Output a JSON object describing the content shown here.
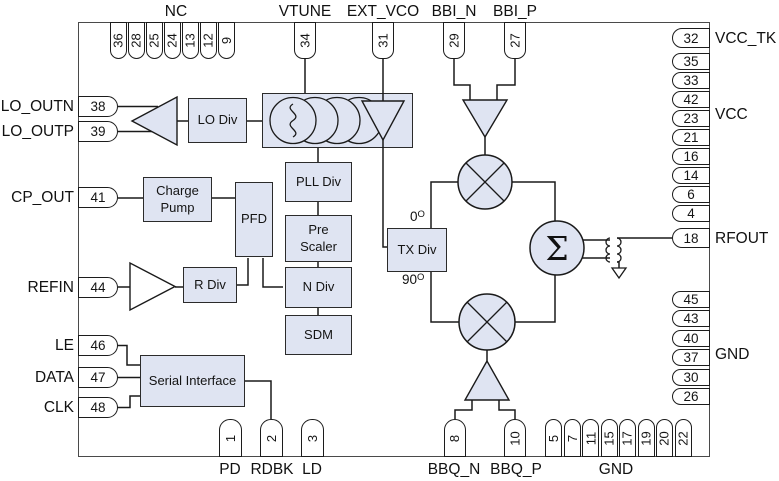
{
  "labels": {
    "nc": "NC",
    "vtune": "VTUNE",
    "ext_vco": "EXT_VCO",
    "bbi_n": "BBI_N",
    "bbi_p": "BBI_P",
    "vcc_tk": "VCC_TK",
    "vcc": "VCC",
    "rfout": "RFOUT",
    "gnd_right": "GND",
    "lo_outn": "LO_OUTN",
    "lo_outp": "LO_OUTP",
    "cp_out": "CP_OUT",
    "refin": "REFIN",
    "le": "LE",
    "data": "DATA",
    "clk": "CLK",
    "pd": "PD",
    "rdbk": "RDBK",
    "ld": "LD",
    "bbq_n": "BBQ_N",
    "bbq_p": "BBQ_P",
    "gnd_bottom": "GND"
  },
  "pins": {
    "nc": [
      "36",
      "28",
      "25",
      "24",
      "13",
      "12",
      "9"
    ],
    "vtune": "34",
    "ext_vco": "31",
    "bbi_n": "29",
    "bbi_p": "27",
    "vcc_tk": "32",
    "vcc": [
      "35",
      "33",
      "42",
      "23",
      "21",
      "16",
      "14",
      "6",
      "4"
    ],
    "rfout": "18",
    "gnd_right": [
      "45",
      "43",
      "40",
      "37",
      "30",
      "26"
    ],
    "gnd_bottom": [
      "5",
      "7",
      "11",
      "15",
      "17",
      "19",
      "20",
      "22"
    ],
    "pd": "1",
    "rdbk": "2",
    "ld": "3",
    "bbq_n": "8",
    "bbq_p": "10",
    "lo_outn": "38",
    "lo_outp": "39",
    "cp_out": "41",
    "refin": "44",
    "le": "46",
    "data": "47",
    "clk": "48"
  },
  "blocks": {
    "lo_div": "LO Div",
    "charge_pump": "Charge Pump",
    "pfd": "PFD",
    "r_div": "R Div",
    "pll_div": "PLL Div",
    "pre_scaler": "Pre Scaler",
    "n_div": "N Div",
    "sdm": "SDM",
    "serial_interface": "Serial Interface",
    "tx_div": "TX Div",
    "summer_symbol": "Σ"
  },
  "annotations": {
    "phase_0": "0",
    "phase_90": "90",
    "degree_mark": "O"
  },
  "colors": {
    "block_fill": "#dfe4f2",
    "line": "#1a1a1a",
    "background": "#ffffff"
  }
}
